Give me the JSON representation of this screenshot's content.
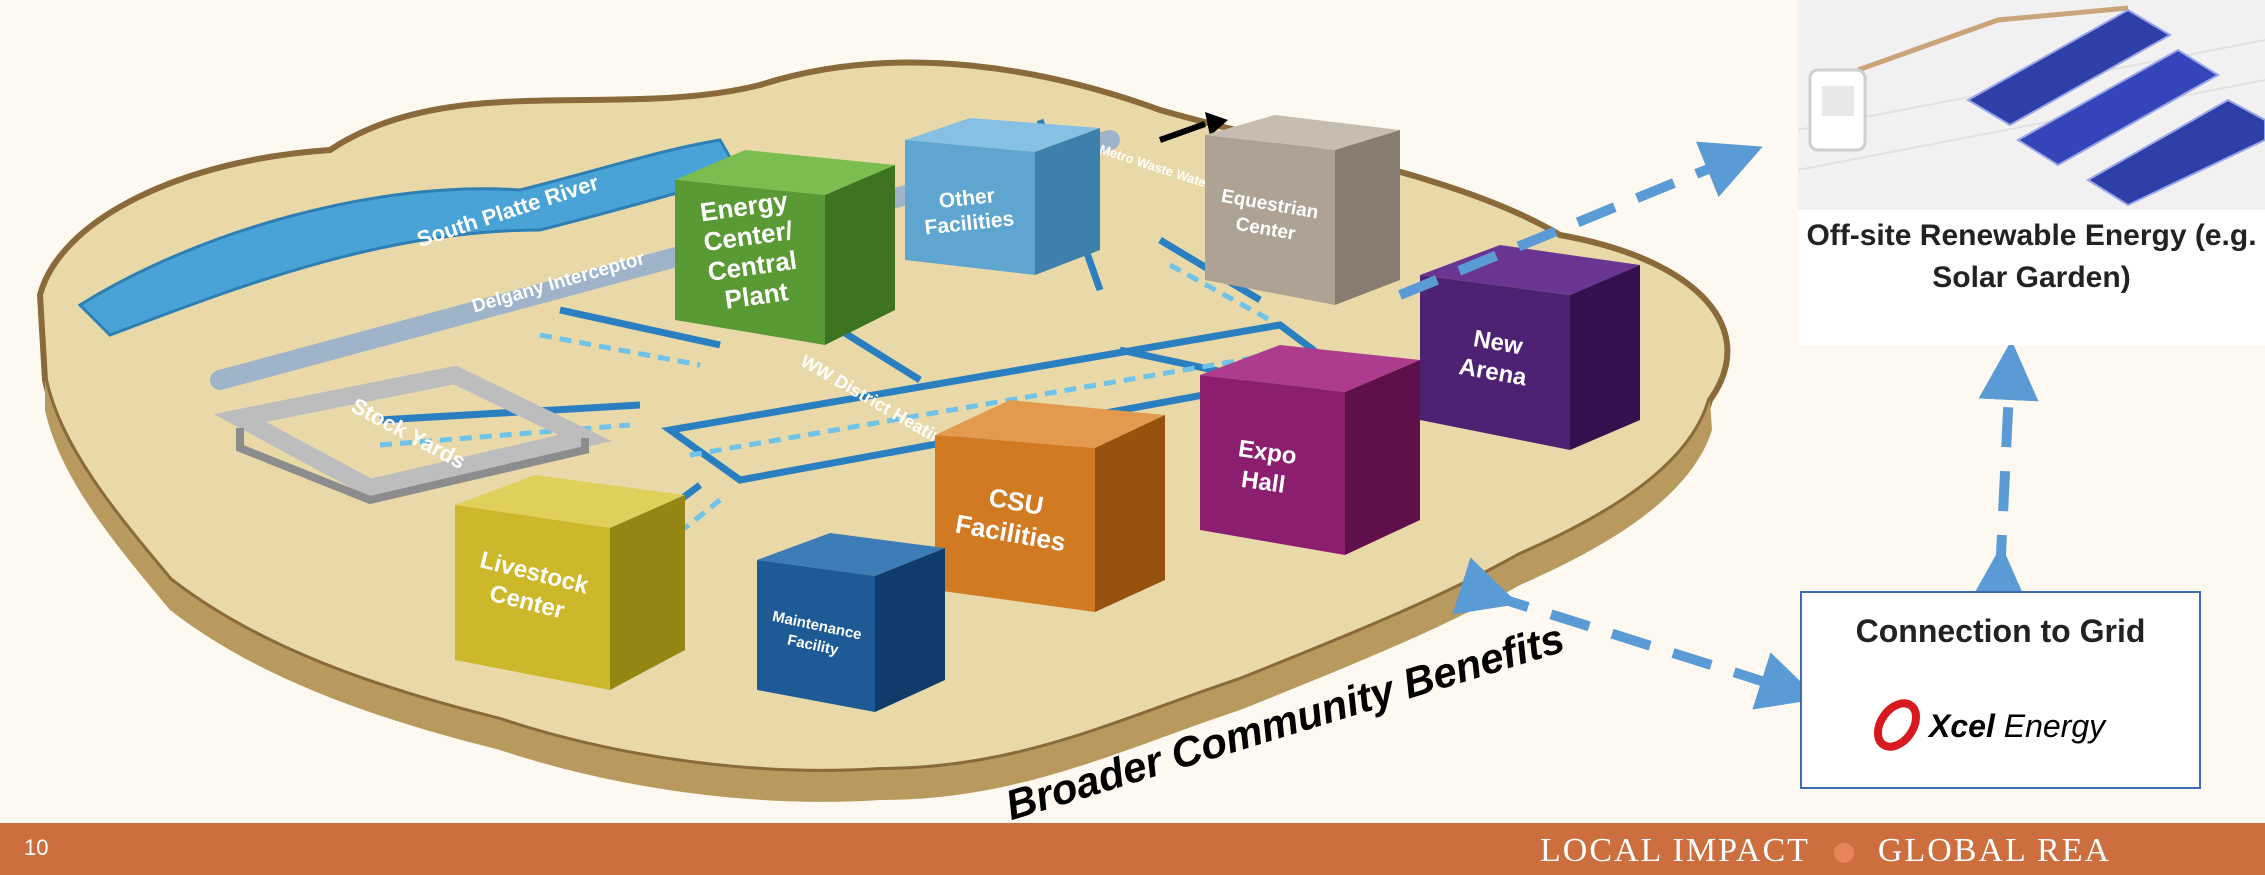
{
  "site": {
    "river_label": "South Platte River",
    "interceptor_label": "Delgany Interceptor",
    "loop_label": "WW District Heating Loop",
    "wwtp_label": "To Metro Waste Water",
    "buildings": [
      {
        "label": "Energy Center/ Central Plant",
        "color": "#5a9a34"
      },
      {
        "label": "Other Facilities",
        "color": "#5ea6cf"
      },
      {
        "label": "Equestrian Center",
        "color": "#aea295"
      },
      {
        "label": "New Arena",
        "color": "#4e2273"
      },
      {
        "label": "Expo Hall",
        "color": "#8b1e6e"
      },
      {
        "label": "CSU Facilities",
        "color": "#d27a22"
      },
      {
        "label": "Maintenance Facility",
        "color": "#1d5a96"
      },
      {
        "label": "Livestock Center",
        "color": "#cdb82b"
      },
      {
        "label": "Stock Yards",
        "color": "#bdbdbd"
      }
    ]
  },
  "renewable": {
    "label": "Off-site Renewable Energy (e.g. Solar Garden)"
  },
  "grid": {
    "title": "Connection to Grid",
    "logo_text": "Xcel Energy"
  },
  "benefits_label": "Broader Community Benefits",
  "footer": {
    "page_number": "10",
    "tagline_left": "LOCAL IMPACT",
    "tagline_right": "GLOBAL REA"
  },
  "colors": {
    "arrow": "#5b9bd5",
    "footer": "#cc6e3e",
    "pipe": "#2a7fc1",
    "sand": "#ead9a8"
  }
}
